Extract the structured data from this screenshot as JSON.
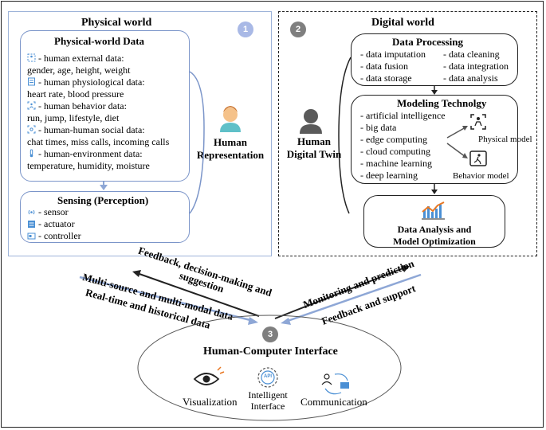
{
  "physical": {
    "number": "1",
    "title": "Physical world",
    "data_box": {
      "title": "Physical-world Data",
      "items": [
        {
          "label": "- human external data:",
          "detail": "gender, age, height, weight",
          "icon": "body-outline-icon"
        },
        {
          "label": "- human physiological data:",
          "detail": "heart rate, blood pressure",
          "icon": "monitor-icon"
        },
        {
          "label": "- human behavior data:",
          "detail": "run, jump, lifestyle, diet",
          "icon": "behavior-scan-icon"
        },
        {
          "label": "- human-human social data:",
          "detail": "chat times, miss calls, incoming calls",
          "icon": "social-scan-icon"
        },
        {
          "label": "- human-environment data:",
          "detail": "temperature, humidity, moisture",
          "icon": "thermometer-icon"
        }
      ]
    },
    "sensing_box": {
      "title": "Sensing (Perception)",
      "items": [
        {
          "label": "- sensor",
          "icon": "sensor-icon"
        },
        {
          "label": "- actuator",
          "icon": "actuator-icon"
        },
        {
          "label": "- controller",
          "icon": "controller-icon"
        }
      ]
    },
    "human_representation": {
      "line1": "Human",
      "line2": "Representation"
    }
  },
  "digital": {
    "number": "2",
    "title": "Digital world",
    "twin": {
      "line1": "Human",
      "line2": "Digital Twin"
    },
    "data_processing": {
      "title": "Data Processing",
      "left": [
        "- data imputation",
        "- data fusion",
        "- data storage"
      ],
      "right": [
        "- data cleaning",
        "- data integration",
        "- data analysis"
      ]
    },
    "modeling": {
      "title": "Modeling Technolgy",
      "items": [
        "- artificial intelligence",
        "- big data",
        "- edge computing",
        "- cloud computing",
        "- machine learning",
        "- deep learning"
      ],
      "physical_model": "Physical model",
      "behavior_model": "Behavior model"
    },
    "optimization": {
      "line1": "Data Analysis and",
      "line2": "Model Optimization"
    }
  },
  "flows": {
    "feedback_decision": {
      "line1": "Feedback, decision-making and",
      "line2": "suggestion"
    },
    "multi_source": "Multi-source and multi-modal data",
    "real_time": "Real-time and historical data",
    "monitoring": "Monitoring and prediction",
    "feedback_support": "Feedback and support"
  },
  "hci": {
    "number": "3",
    "title": "Human-Computer Interface",
    "items": [
      {
        "label": "Visualization",
        "icon": "eye-icon"
      },
      {
        "label": "Intelligent\nInterface",
        "line1": "Intelligent",
        "line2": "Interface",
        "icon": "api-icon",
        "icon_text": "API"
      },
      {
        "label": "Communication",
        "icon": "communication-icon"
      }
    ]
  },
  "colors": {
    "panel_blue": "#9db3d9",
    "box_blue": "#7b95c9",
    "number_blue": "#a9b9e6",
    "number_gray": "#7f7f7f",
    "arrow_blue": "#8ea7d6",
    "chart_orange": "#e87722",
    "skin": "#f5c28a",
    "shirt": "#5fc0c8"
  }
}
